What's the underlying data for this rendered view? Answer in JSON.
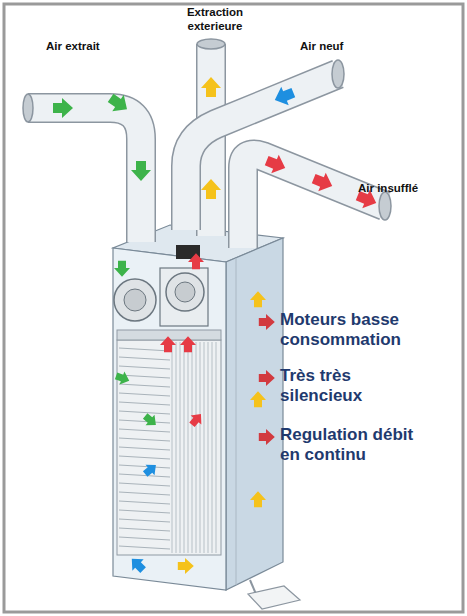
{
  "diagram": {
    "labels": [
      "Air extrait",
      "Extraction exterieure",
      "Air neuf",
      "Air insufflé",
      "Moteurs basse consommation",
      "Très très silencieux",
      "Regulation débit en continu"
    ]
  }
}
